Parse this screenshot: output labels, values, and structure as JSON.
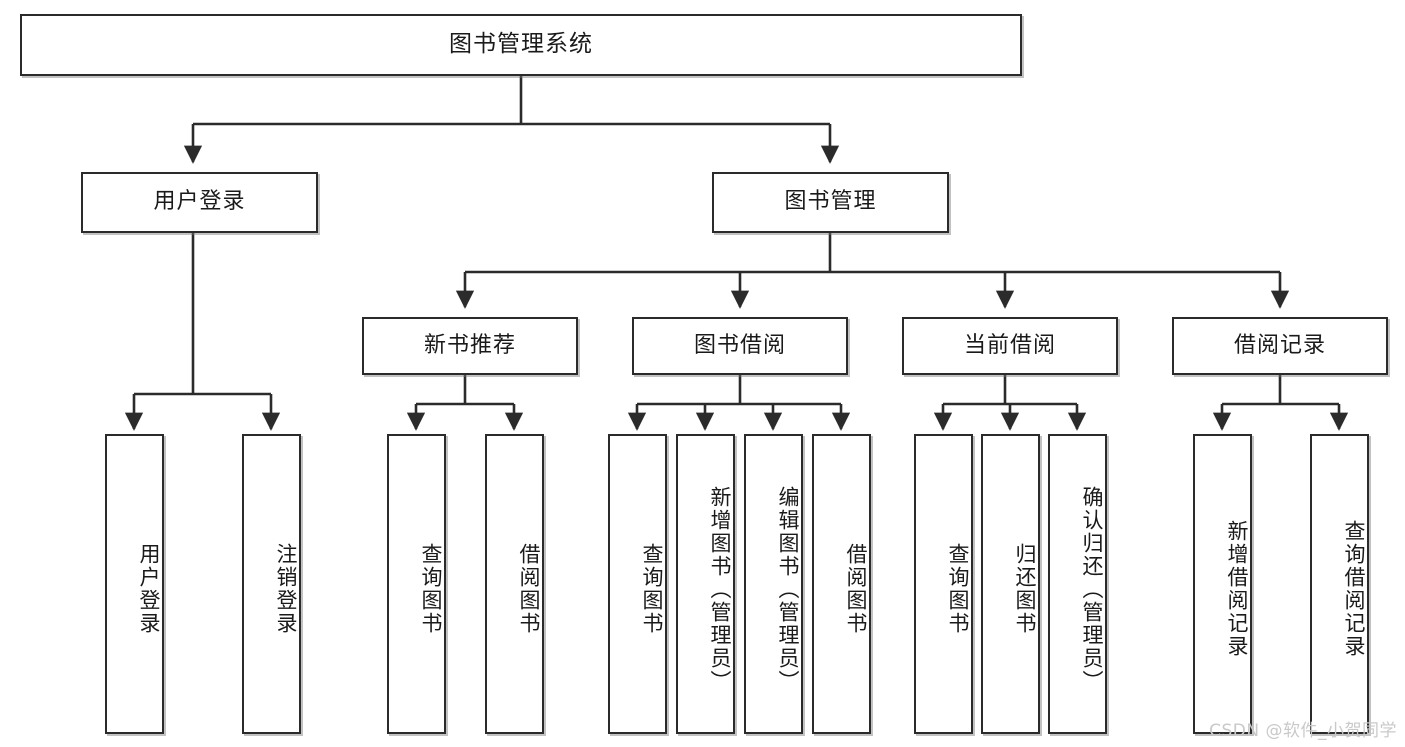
{
  "diagram": {
    "title": "图书管理系统",
    "type": "tree-hierarchy-diagram",
    "root": {
      "label": "图书管理系统"
    },
    "level2": [
      {
        "label": "用户登录"
      },
      {
        "label": "图书管理"
      }
    ],
    "level3": [
      {
        "label": "新书推荐"
      },
      {
        "label": "图书借阅"
      },
      {
        "label": "当前借阅"
      },
      {
        "label": "借阅记录"
      }
    ],
    "leaves": {
      "user_login": [
        {
          "label": "用户登录"
        },
        {
          "label": "注销登录"
        }
      ],
      "new_book_recommend": [
        {
          "label": "查询图书"
        },
        {
          "label": "借阅图书"
        }
      ],
      "book_borrow": [
        {
          "label": "查询图书"
        },
        {
          "label": "新增图书（管理员）"
        },
        {
          "label": "编辑图书（管理员）"
        },
        {
          "label": "借阅图书"
        }
      ],
      "current_borrow": [
        {
          "label": "查询图书"
        },
        {
          "label": "归还图书"
        },
        {
          "label": "确认归还（管理员）"
        }
      ],
      "borrow_record": [
        {
          "label": "新增借阅记录"
        },
        {
          "label": "查询借阅记录"
        }
      ]
    }
  },
  "watermark": {
    "text": "CSDN @软件_小贺同学"
  },
  "colors": {
    "border": "#2b2b2b",
    "background": "#ffffff",
    "text": "#1a1a1a",
    "watermark": "#c9c9c9"
  }
}
